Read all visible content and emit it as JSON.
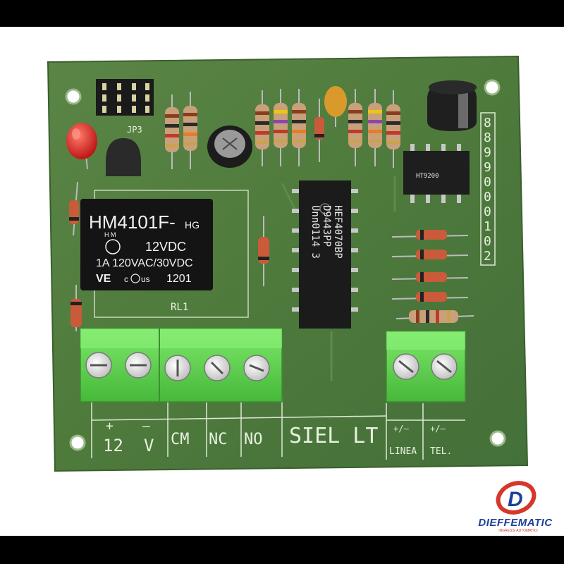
{
  "relay": {
    "model": "HM4101F-",
    "suffix": "HG",
    "coil": "12VDC",
    "marks": "H M",
    "rating": "1A 120VAC/30VDC",
    "cert": "c",
    "cert_us": "us",
    "date_code": "1201"
  },
  "ic_main": {
    "line1": "HEF4070BP",
    "line2": "D9443PP",
    "line3": "Unn0114  3"
  },
  "ic_small": {
    "text": "HT9200"
  },
  "silkscreen": {
    "jumper": "JP3",
    "relay_ref": "RL1",
    "board_name": "SIEL LT",
    "plus": "+",
    "minus": "–",
    "supply_12": "12",
    "supply_v": "V",
    "cm": "CM",
    "nc": "NC",
    "no": "NO",
    "pm1": "+/–",
    "pm2": "+/–",
    "linea": "LINEA",
    "tel": "TEL."
  },
  "edge_strip": [
    "8",
    "8",
    "9",
    "9",
    "0",
    "0",
    "0",
    "1",
    "0",
    "2"
  ],
  "logo": {
    "mark": "D",
    "name": "DIEFFEMATIC",
    "tagline": "INGRESSI AUTOMATICI"
  },
  "colors": {
    "pcb": "#4e7a3c",
    "terminal": "#5fd64e",
    "led": "#d61e1e",
    "logo_blue": "#1f3f9a",
    "logo_red": "#d6372b"
  }
}
